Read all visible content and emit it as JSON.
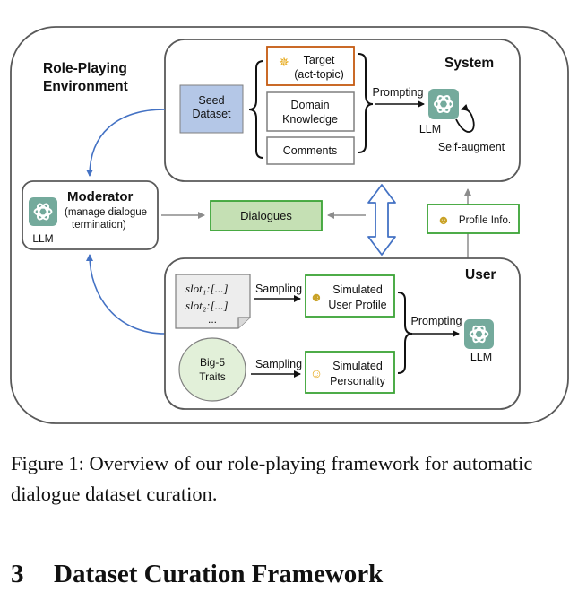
{
  "diagram": {
    "environment_label_line1": "Role-Playing",
    "environment_label_line2": "Environment",
    "system": {
      "title": "System",
      "seed_dataset_line1": "Seed",
      "seed_dataset_line2": "Dataset",
      "target_line1": "Target",
      "target_line2": "(act-topic)",
      "domain_knowledge_line1": "Domain",
      "domain_knowledge_line2": "Knowledge",
      "comments": "Comments",
      "prompting": "Prompting",
      "llm": "LLM",
      "self_augment": "Self-augment"
    },
    "moderator": {
      "title": "Moderator",
      "desc_line1": "(manage dialogue",
      "desc_line2": "termination)",
      "llm": "LLM"
    },
    "dialogues": "Dialogues",
    "profile_info": "Profile Info.",
    "user": {
      "title": "User",
      "slot1": "slot₁:[...]",
      "slot2": "slot₂:[...]",
      "slot_ellipsis": "...",
      "big5_line1": "Big-5",
      "big5_line2": "Traits",
      "sampling_1": "Sampling",
      "sampling_2": "Sampling",
      "sim_profile_line1": "Simulated",
      "sim_profile_line2": "User Profile",
      "sim_personality_line1": "Simulated",
      "sim_personality_line2": "Personality",
      "prompting": "Prompting",
      "llm": "LLM"
    },
    "colors": {
      "seed_fill": "#b4c7e7",
      "dialogues_fill": "#c5e0b4",
      "green_border": "#3aa335",
      "orange_border": "#c55a11",
      "blue_arrow": "#4472c4",
      "gray_arrow": "#7f7f7f",
      "openai_icon_bg": "#74aa9c"
    }
  },
  "caption": "Figure 1: Overview of our role-playing framework for automatic dialogue dataset curation.",
  "section": {
    "number": "3",
    "title": "Dataset Curation Framework"
  }
}
